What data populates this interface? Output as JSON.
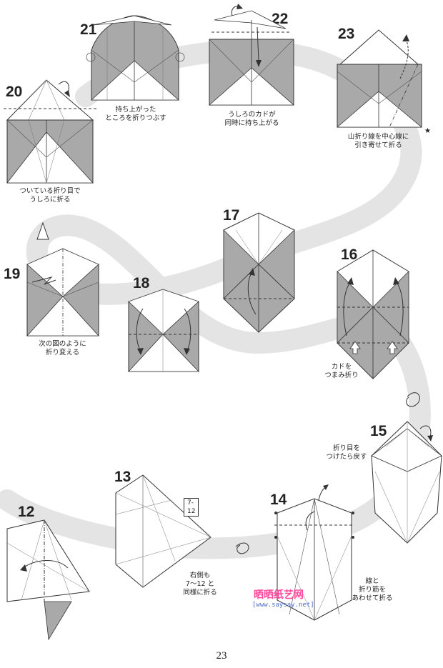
{
  "page_number": "23",
  "watermark": {
    "brand": "晒晒纸艺网",
    "url": "[www.saysay.net]"
  },
  "ref_box": "7-12",
  "steps": [
    {
      "num": "12",
      "caption": ""
    },
    {
      "num": "13",
      "caption": "右側も\n7〜12 と\n同様に折る"
    },
    {
      "num": "14",
      "caption": "線と\n折り筋を\nあわせて折る"
    },
    {
      "num": "15",
      "caption": "折り目を\nつけたら戻す"
    },
    {
      "num": "16",
      "caption": "カドを\nつまみ折り"
    },
    {
      "num": "17",
      "caption": ""
    },
    {
      "num": "18",
      "caption": ""
    },
    {
      "num": "19",
      "caption": "次の図のように\n折り変える"
    },
    {
      "num": "20",
      "caption": "ついている折り目で\nうしろに折る"
    },
    {
      "num": "21",
      "caption": "持ち上がった\nところを折りつぶす"
    },
    {
      "num": "22",
      "caption": "うしろのカドが\n同時に持ち上がる"
    },
    {
      "num": "23",
      "caption": "山折り線を中心線に\n引き寄せて折る"
    }
  ]
}
